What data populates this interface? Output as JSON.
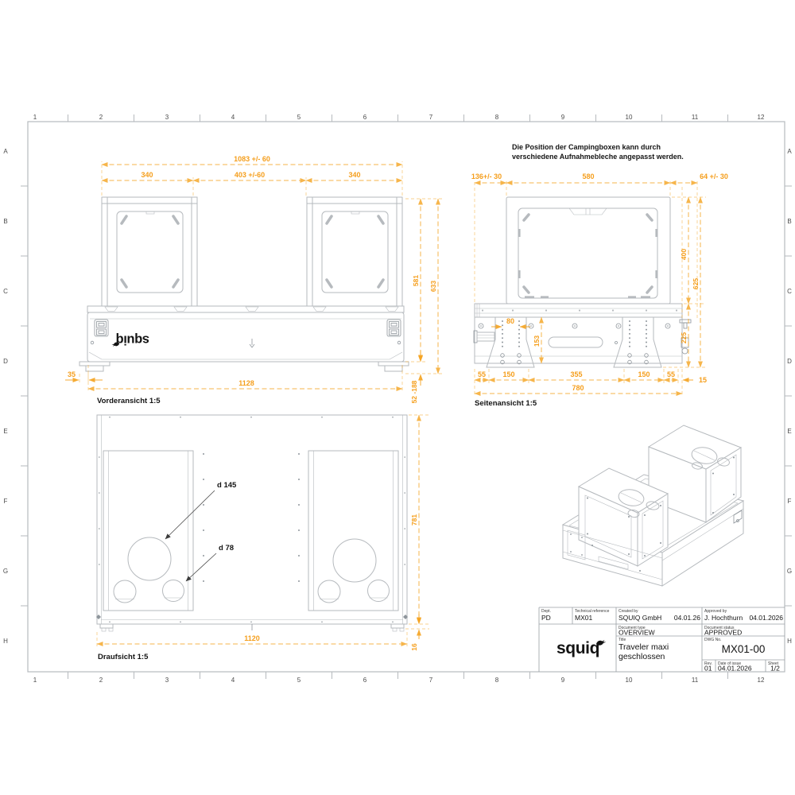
{
  "colors": {
    "accent": "#F5A31F",
    "accent_text": "#F59E1B",
    "line": "#b6babe",
    "line_dark": "#8e959b",
    "text": "#141414",
    "grid_text": "#4a4a4a"
  },
  "note": {
    "line1": "Die Position der Campingboxen kann durch",
    "line2": "verschiedene Aufnahmebleche angepasst werden."
  },
  "grid": {
    "columns": [
      "1",
      "2",
      "3",
      "4",
      "5",
      "6",
      "7",
      "8",
      "9",
      "10",
      "11",
      "12"
    ],
    "rows": [
      "A",
      "B",
      "C",
      "D",
      "E",
      "F",
      "G",
      "H"
    ]
  },
  "front_view": {
    "label": "Vorderansicht 1:5",
    "dim_total_width": "1083 +/- 60",
    "dim_left_bay": "340",
    "dim_center_bay": "403 +/-60",
    "dim_right_bay": "340",
    "dim_inner_height": "581",
    "dim_outer_height": "633",
    "dim_foot_offset": "35",
    "dim_base_width": "1128",
    "dim_range": "52 -188"
  },
  "side_view": {
    "label": "Seitenansicht 1:5",
    "dim_left_overhang": "136+/- 30",
    "dim_top_width": "580",
    "dim_right_overhang": "64 +/- 30",
    "dim_box_height": "400",
    "dim_total_height": "625",
    "dim_lower_height": "225",
    "dim_hole_pitch": "80",
    "dim_bracket_height": "153",
    "segments": [
      "55",
      "150",
      "355",
      "150",
      "55"
    ],
    "dim_hook_overhang": "15",
    "dim_base_width": "780"
  },
  "top_view": {
    "label": "Draufsicht 1:5",
    "dim_large_dia": "d 145",
    "dim_small_dia": "d 78",
    "dim_depth": "781",
    "dim_width": "1120",
    "dim_foot_height": "16"
  },
  "title_block": {
    "dept_label": "Dept.",
    "dept_value": "PD",
    "techref_label": "Technical reference",
    "techref_value": "MX01",
    "created_label": "Created by",
    "created_value": "SQUIQ GmbH",
    "created_date": "04.01.26",
    "approved_label": "Approved by",
    "approved_value": "J. Hochthurn",
    "approved_date": "04.01.2026",
    "doctype_label": "Document type",
    "doctype_value": "OVERVIEW",
    "docstatus_label": "Document status",
    "docstatus_value": "APPROVED",
    "title_label": "Title",
    "title_line1": "Traveler maxi",
    "title_line2": "geschlossen",
    "dwg_label": "DWG No.",
    "dwg_value": "MX01-00",
    "rev_label": "Rev.",
    "rev_value": "01",
    "issue_label": "Date of issue",
    "issue_value": "04.01.2026",
    "sheet_label": "Sheet",
    "sheet_value": "1/2"
  },
  "logo": {
    "text": "squiq"
  }
}
